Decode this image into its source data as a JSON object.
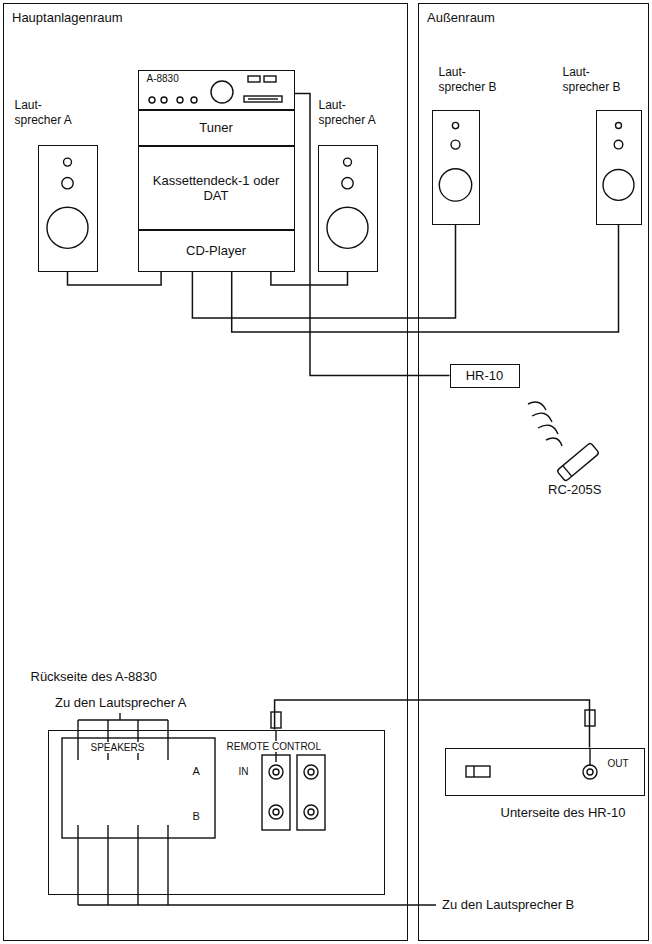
{
  "diagram": {
    "nodes": [
      {
        "text": [
          "Hauptanlagenraum"
        ]
      },
      {
        "text": [
          "Außenraum"
        ]
      },
      {
        "text": [
          "A-8830"
        ],
        "in": 0
      },
      {
        "text": [
          "Tuner"
        ],
        "in": 0
      },
      {
        "text": [
          "Kassettendeck-1 oder DAT"
        ],
        "in": 0
      },
      {
        "text": [
          "CD-Player"
        ],
        "in": 0
      },
      {
        "text": [
          "Laut- sprecher A"
        ],
        "in": 0
      },
      {
        "text": [
          "Laut- sprecher A"
        ],
        "in": 0
      },
      {
        "text": [
          "Laut- sprecher B"
        ],
        "in": 1
      },
      {
        "text": [
          "Laut- sprecher B"
        ],
        "in": 1
      },
      {
        "text": [
          "HR-10"
        ],
        "in": 1
      },
      {
        "text": [
          "Rückseite des A-8830",
          "SPEAKERS",
          "A",
          "B",
          "REMOTE CONTROL",
          "IN"
        ],
        "in": 0
      },
      {
        "text": [
          "Unterseite des HR-10",
          "OUT"
        ],
        "in": 1
      }
    ],
    "edges": [
      {
        "from": 6,
        "to": 5,
        "arrow": "none"
      },
      {
        "from": 7,
        "to": 5,
        "arrow": "none"
      },
      {
        "from": 8,
        "to": 5,
        "arrow": "none"
      },
      {
        "from": 9,
        "to": 5,
        "arrow": "none"
      },
      {
        "from": 2,
        "to": 10,
        "arrow": "none"
      },
      {
        "from": 12,
        "to": 11,
        "arrow": "none"
      }
    ],
    "labels": [
      "RC-205S",
      "Zu den Lautsprecher A",
      "Zu den Lautsprecher B"
    ]
  }
}
